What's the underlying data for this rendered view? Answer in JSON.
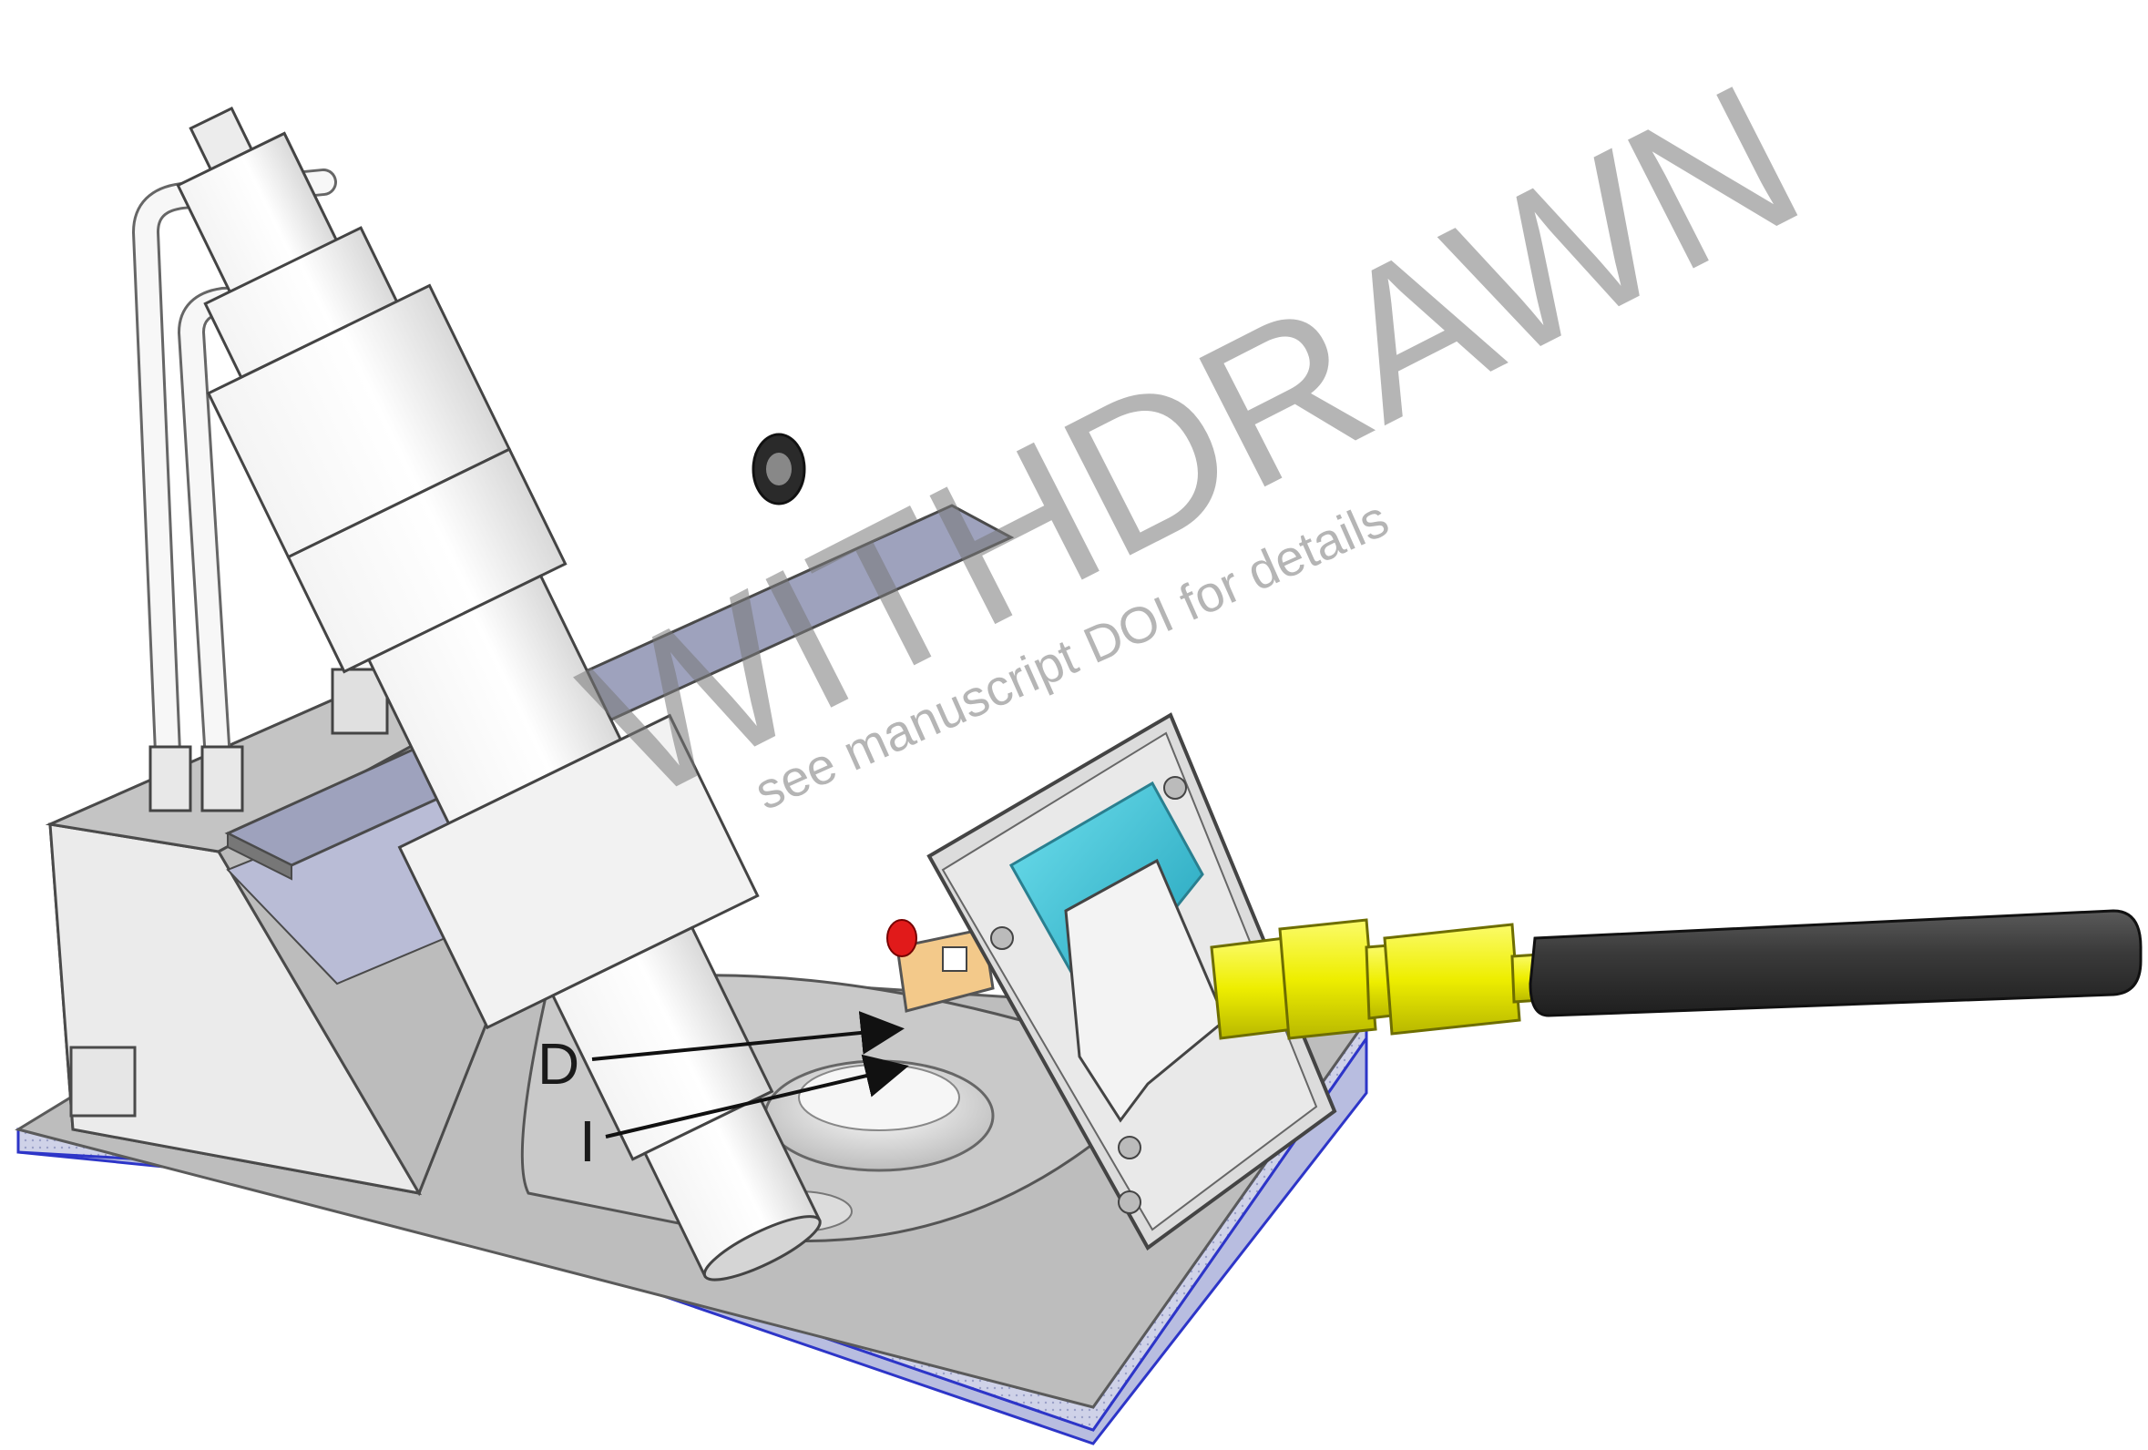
{
  "labels": {
    "d": "D",
    "i": "I"
  },
  "watermark": {
    "main": "WITHDRAWN",
    "sub": "see manuscript DOI for details"
  },
  "colors": {
    "base_plate": "#c9cde6",
    "base_edge": "#2d35c8",
    "body_grey": "#c7c7c7",
    "brass_fitting": "#f2f000",
    "tube_dark": "#3f3f3f",
    "window_cyan": "#38c3d6",
    "connector_orange": "#f3c98a",
    "indicator_red": "#e11a1a"
  }
}
